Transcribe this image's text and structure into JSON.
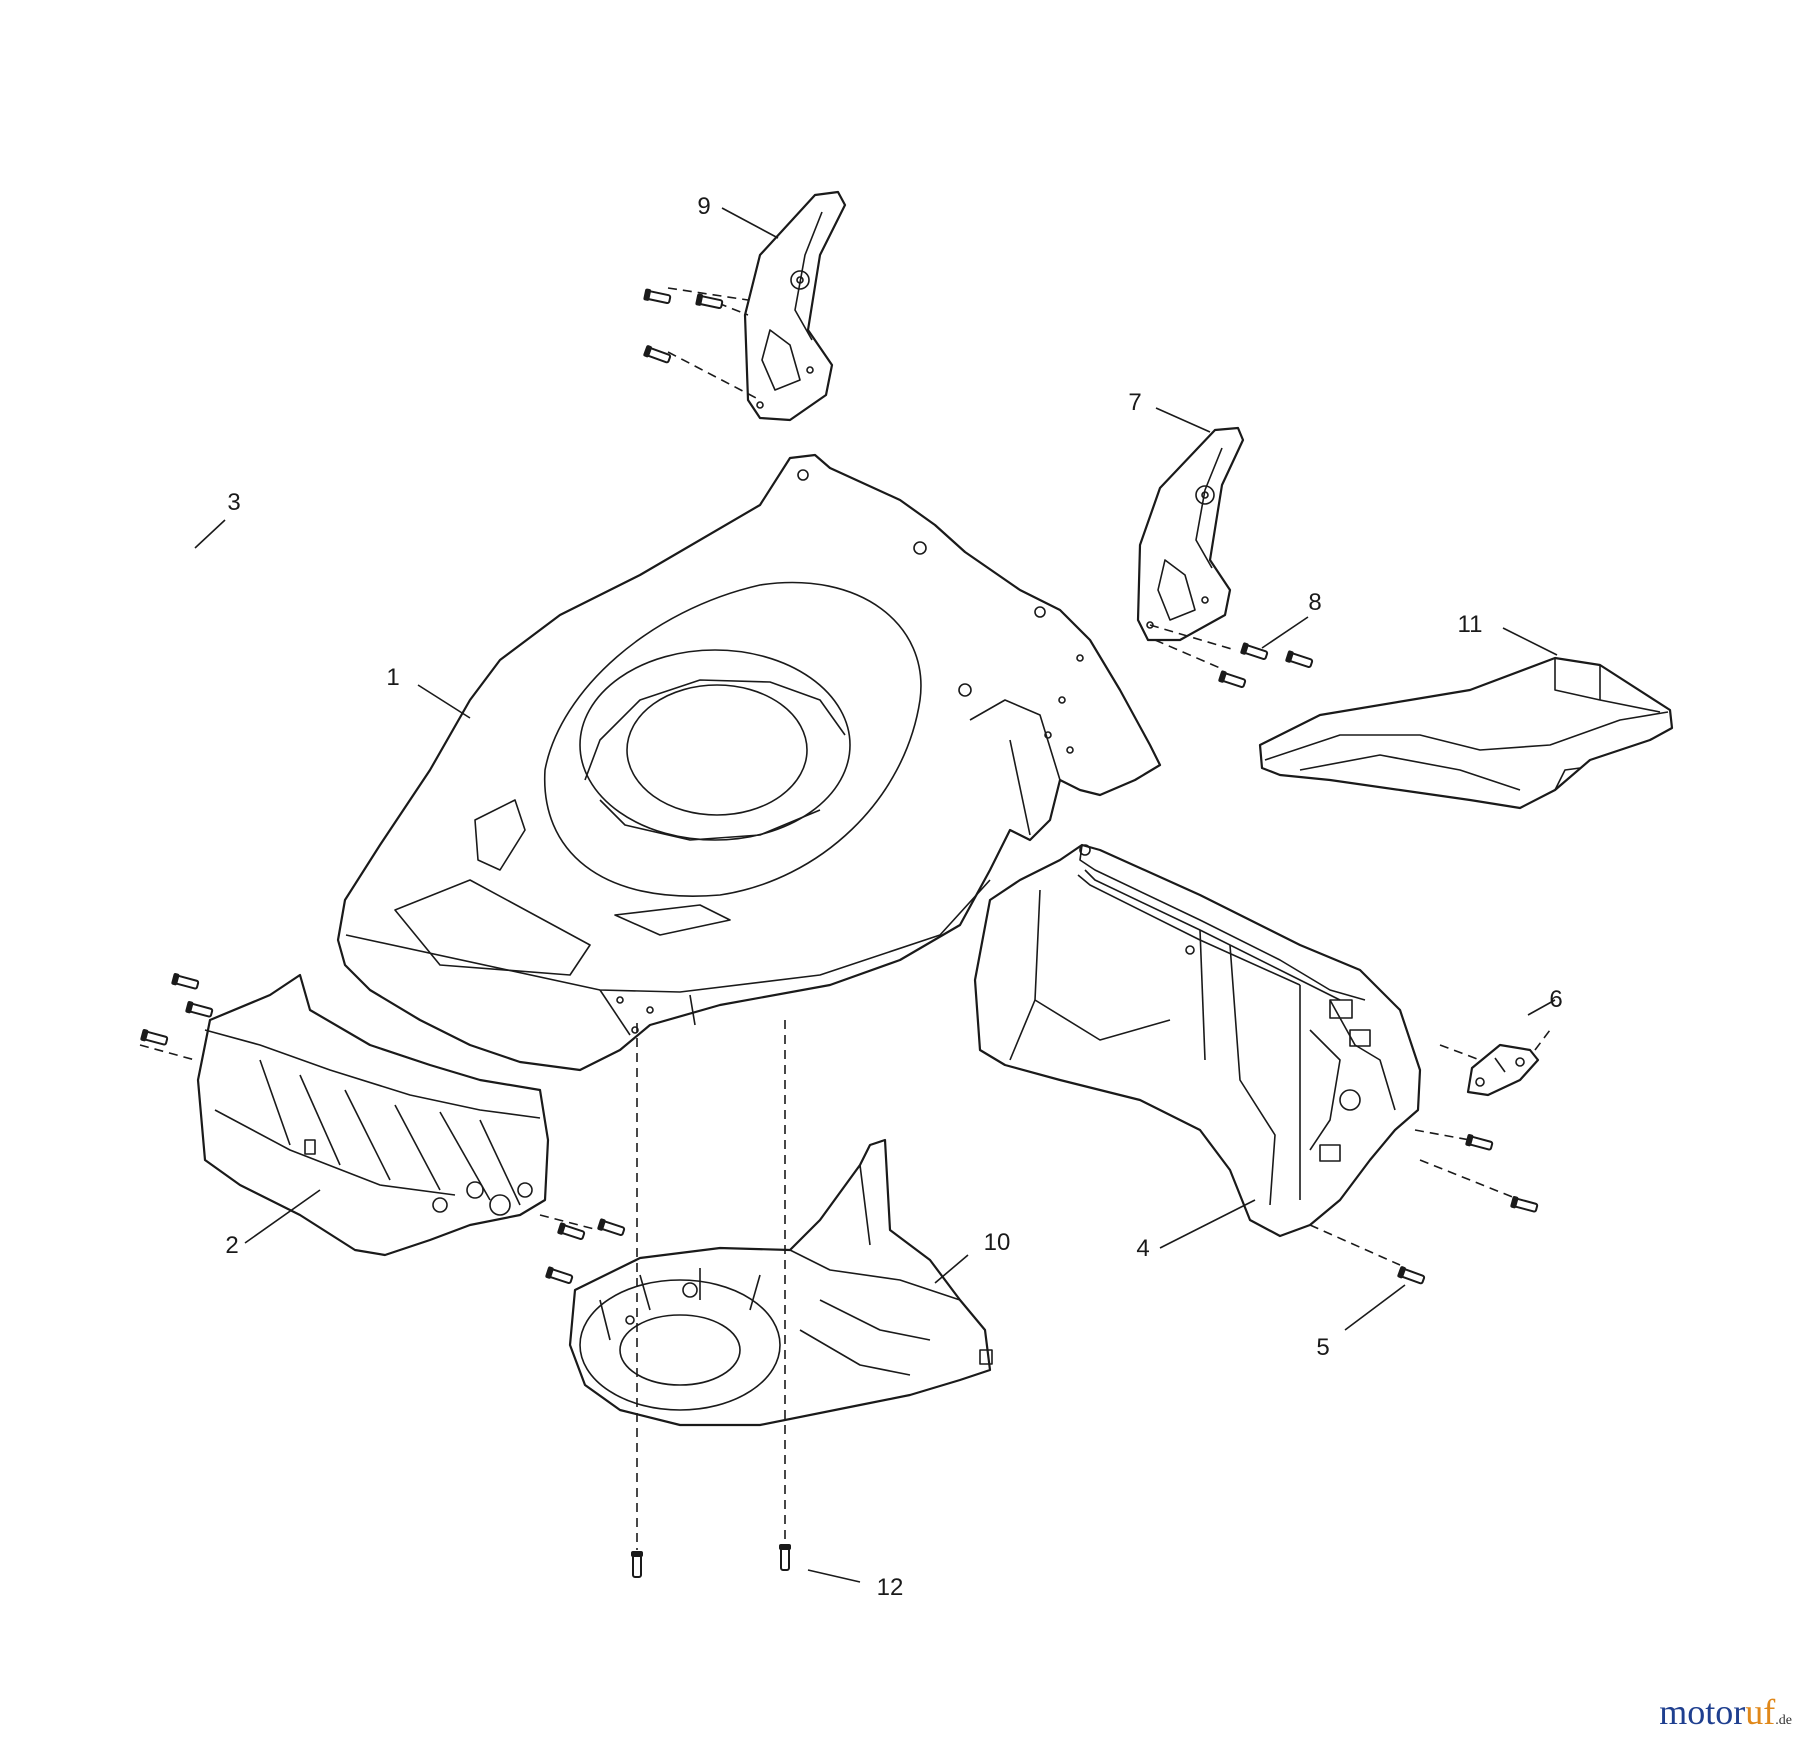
{
  "callouts": [
    "1",
    "2",
    "3",
    "4",
    "5",
    "6",
    "7",
    "8",
    "9",
    "10",
    "11",
    "12"
  ],
  "brand": {
    "text_a": "motor",
    "text_b": "uf",
    "text_tld": ".de",
    "color_a": "#1f3f8f",
    "color_b": "#e0881a"
  },
  "colors": {
    "line": "#1a1a1a",
    "background": "#ffffff"
  }
}
